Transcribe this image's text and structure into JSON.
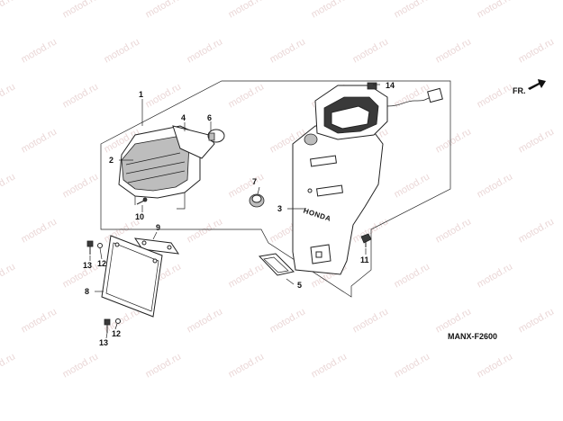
{
  "watermark": {
    "text": "motod.ru",
    "color": "#d9b6b6"
  },
  "direction_label": "FR.",
  "diagram_code": "MANX-F2600",
  "callouts": {
    "c1": "1",
    "c2": "2",
    "c3": "3",
    "c4": "4",
    "c5": "5",
    "c6": "6",
    "c7": "7",
    "c8": "8",
    "c9": "9",
    "c10": "10",
    "c11": "11",
    "c12a": "12",
    "c12b": "12",
    "c13a": "13",
    "c13b": "13",
    "c14": "14"
  },
  "brand_mark": "HONDA"
}
